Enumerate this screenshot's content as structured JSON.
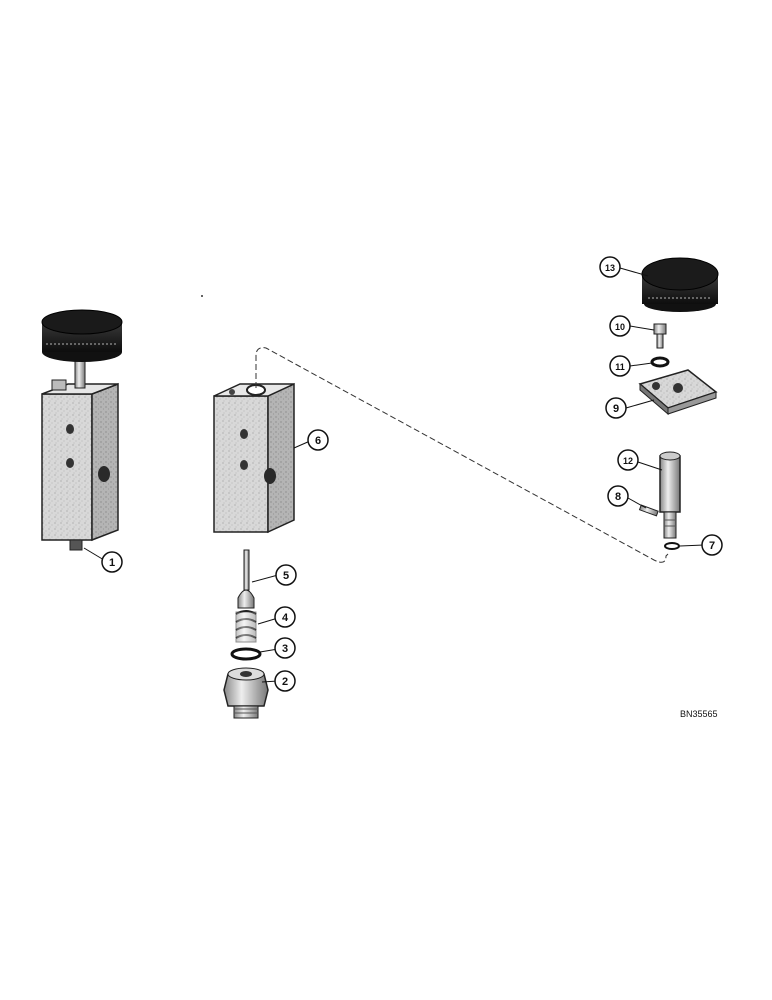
{
  "diagram": {
    "reference_code": "BN35565",
    "callouts": [
      {
        "id": "c1",
        "label": "1"
      },
      {
        "id": "c2",
        "label": "2"
      },
      {
        "id": "c3",
        "label": "3"
      },
      {
        "id": "c4",
        "label": "4"
      },
      {
        "id": "c5",
        "label": "5"
      },
      {
        "id": "c6",
        "label": "6"
      },
      {
        "id": "c7",
        "label": "7"
      },
      {
        "id": "c8",
        "label": "8"
      },
      {
        "id": "c9",
        "label": "9"
      },
      {
        "id": "c10",
        "label": "10"
      },
      {
        "id": "c11",
        "label": "11"
      },
      {
        "id": "c12",
        "label": "12"
      },
      {
        "id": "c13",
        "label": "13"
      }
    ]
  }
}
